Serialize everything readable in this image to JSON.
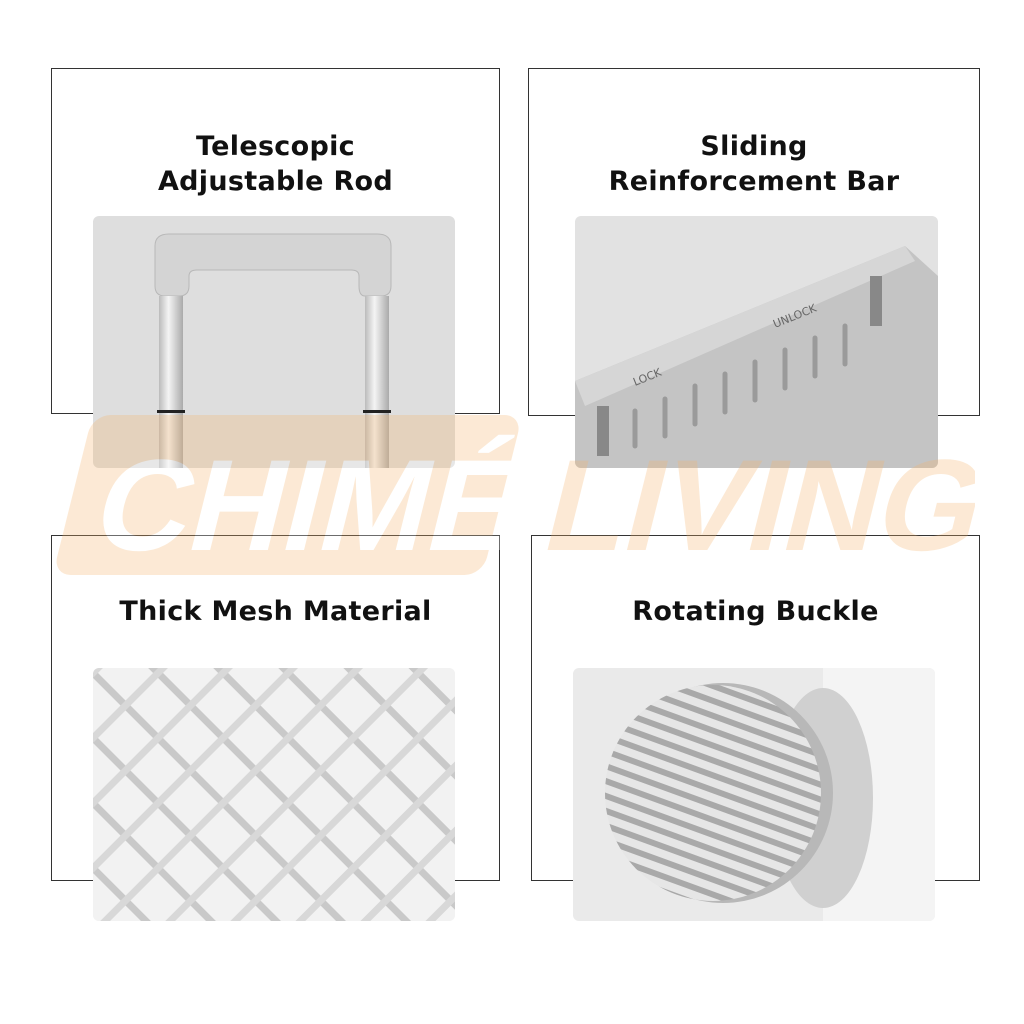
{
  "features": [
    {
      "title_lines": [
        "Telescopic",
        "Adjustable Rod"
      ],
      "image": "telescopic-handle-photo"
    },
    {
      "title_lines": [
        "Sliding",
        "Reinforcement Bar"
      ],
      "image": "reinforcement-bar-photo",
      "engraved": [
        "LOCK",
        "UNLOCK"
      ]
    },
    {
      "title_lines": [
        "Thick Mesh Material"
      ],
      "image": "diamond-mesh-photo"
    },
    {
      "title_lines": [
        "Rotating Buckle"
      ],
      "image": "ribbed-buckle-photo"
    }
  ],
  "watermark": {
    "brand": "CHIMÉ",
    "sub": "LIVING",
    "color": "#f6b46a"
  }
}
